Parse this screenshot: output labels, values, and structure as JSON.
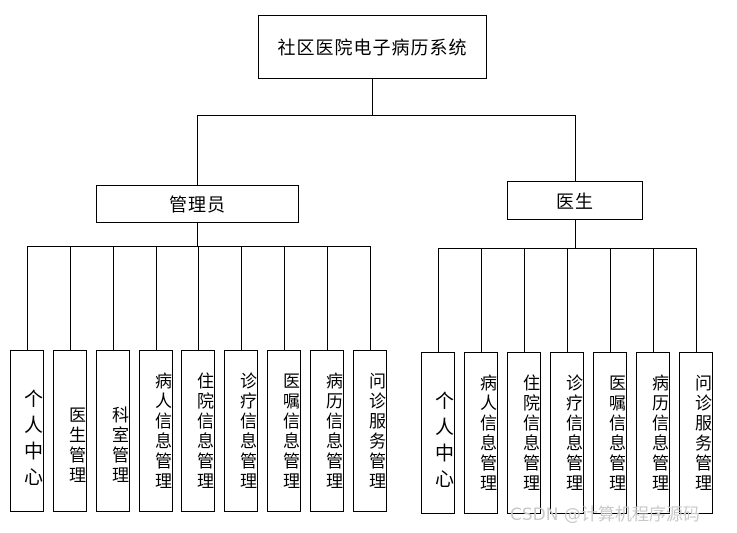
{
  "root": "社区医院电子病历系统",
  "admin": {
    "label": "管理员",
    "modules": [
      "个人中心",
      "医生管理",
      "科室管理",
      "病人信息管理",
      "住院信息管理",
      "诊疗信息管理",
      "医嘱信息管理",
      "病历信息管理",
      "问诊服务管理"
    ]
  },
  "doctor": {
    "label": "医生",
    "modules": [
      "个人中心",
      "病人信息管理",
      "住院信息管理",
      "诊疗信息管理",
      "医嘱信息管理",
      "病历信息管理",
      "问诊服务管理"
    ]
  },
  "watermark": "CSDN @计算机程序源码"
}
